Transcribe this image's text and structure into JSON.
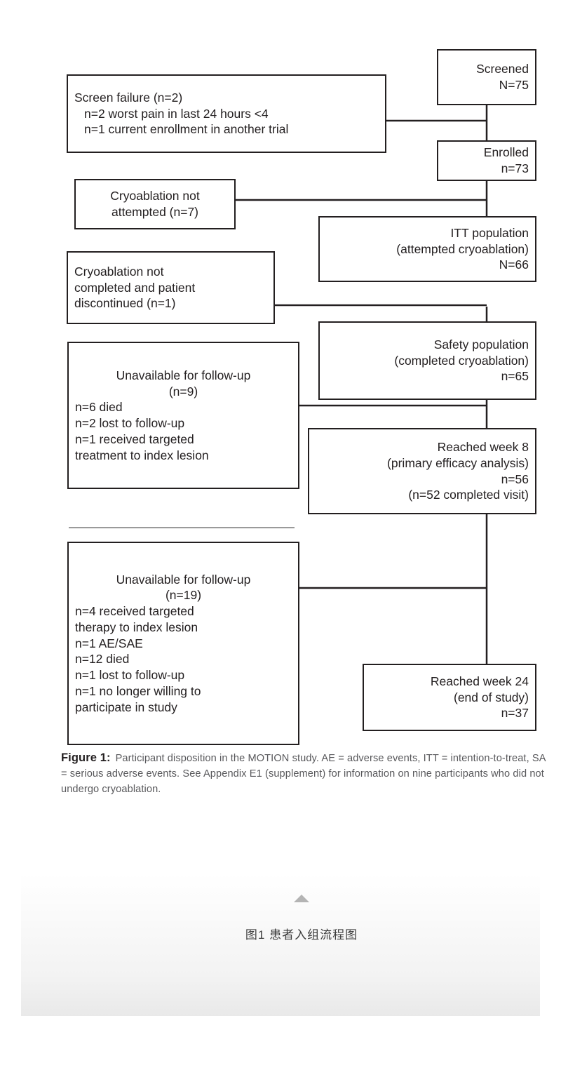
{
  "figure": {
    "caption_label": "Figure 1:",
    "caption_text": "Participant disposition in the MOTION study. AE = adverse events, ITT = intention-to-treat, SA = serious adverse events. See Appendix E1 (supplement) for information on nine participants who did not undergo cryoablation.",
    "zh_caption": "图1  患者入组流程图",
    "collapse_icon": "triangle-up-icon"
  },
  "flow": {
    "screened": {
      "line1": "Screened",
      "line2": "N=75"
    },
    "screen_failure": {
      "line1": "Screen failure (n=2)",
      "line2": "n=2 worst pain in last 24 hours <4",
      "line3": "n=1 current enrollment in another trial"
    },
    "enrolled": {
      "line1": "Enrolled",
      "line2": "n=73"
    },
    "cryo_not_attempted": {
      "line1": "Cryoablation not",
      "line2": "attempted (n=7)"
    },
    "itt_population": {
      "line1": "ITT population",
      "line2": "(attempted cryoablation)",
      "line3": "N=66"
    },
    "cryo_not_completed": {
      "line1": "Cryoablation not",
      "line2": "completed and patient",
      "line3": "discontinued (n=1)"
    },
    "safety_population": {
      "line1": "Safety population",
      "line2": "(completed cryoablation)",
      "line3": "n=65"
    },
    "unavailable_9": {
      "line1": "Unavailable for follow-up",
      "line2": "(n=9)",
      "line3": "n=6 died",
      "line4": "n=2 lost to follow-up",
      "line5": "n=1 received targeted",
      "line6": "treatment to index lesion"
    },
    "week8": {
      "line1": "Reached week 8",
      "line2": "(primary efficacy analysis)",
      "line3": "n=56",
      "line4": "(n=52 completed visit)"
    },
    "unavailable_19": {
      "line1": "Unavailable for follow-up",
      "line2": "(n=19)",
      "line3": "n=4 received targeted",
      "line4": "therapy to index lesion",
      "line5": "n=1 AE/SAE",
      "line6": "n=12 died",
      "line7": "n=1 lost to follow-up",
      "line8": "n=1 no longer willing to",
      "line9": "participate in study"
    },
    "week24": {
      "line1": "Reached week 24",
      "line2": "(end of study)",
      "line3": "n=37"
    }
  },
  "chart_data": {
    "type": "diagram",
    "title": "Participant disposition in the MOTION study",
    "nodes": [
      {
        "id": "screened",
        "label": "Screened",
        "n": 75,
        "n_prefix": "N"
      },
      {
        "id": "screen_failure",
        "label": "Screen failure",
        "n": 2,
        "n_prefix": "n",
        "details": [
          "n=2 worst pain in last 24 hours <4",
          "n=1 current enrollment in another trial"
        ]
      },
      {
        "id": "enrolled",
        "label": "Enrolled",
        "n": 73,
        "n_prefix": "n"
      },
      {
        "id": "cryo_not_attempted",
        "label": "Cryoablation not attempted",
        "n": 7,
        "n_prefix": "n"
      },
      {
        "id": "itt_population",
        "label": "ITT population (attempted cryoablation)",
        "n": 66,
        "n_prefix": "N"
      },
      {
        "id": "cryo_not_completed",
        "label": "Cryoablation not completed and patient discontinued",
        "n": 1,
        "n_prefix": "n"
      },
      {
        "id": "safety_population",
        "label": "Safety population (completed cryoablation)",
        "n": 65,
        "n_prefix": "n"
      },
      {
        "id": "unavailable_9",
        "label": "Unavailable for follow-up",
        "n": 9,
        "n_prefix": "n",
        "details": [
          "n=6 died",
          "n=2 lost to follow-up",
          "n=1 received targeted treatment to index lesion"
        ]
      },
      {
        "id": "week8",
        "label": "Reached week 8 (primary efficacy analysis)",
        "n": 56,
        "n_prefix": "n",
        "details": [
          "(n=52 completed visit)"
        ]
      },
      {
        "id": "unavailable_19",
        "label": "Unavailable for follow-up",
        "n": 19,
        "n_prefix": "n",
        "details": [
          "n=4 received targeted therapy to index lesion",
          "n=1 AE/SAE",
          "n=12 died",
          "n=1 lost to follow-up",
          "n=1 no longer willing to participate in study"
        ]
      },
      {
        "id": "week24",
        "label": "Reached week 24 (end of study)",
        "n": 37,
        "n_prefix": "n"
      }
    ],
    "edges": [
      {
        "from": "screened",
        "to": "enrolled",
        "type": "main"
      },
      {
        "from": "screened",
        "to": "screen_failure",
        "type": "exclusion"
      },
      {
        "from": "enrolled",
        "to": "itt_population",
        "type": "main"
      },
      {
        "from": "enrolled",
        "to": "cryo_not_attempted",
        "type": "exclusion"
      },
      {
        "from": "itt_population",
        "to": "safety_population",
        "type": "main"
      },
      {
        "from": "itt_population",
        "to": "cryo_not_completed",
        "type": "exclusion"
      },
      {
        "from": "safety_population",
        "to": "week8",
        "type": "main"
      },
      {
        "from": "safety_population",
        "to": "unavailable_9",
        "type": "exclusion"
      },
      {
        "from": "week8",
        "to": "week24",
        "type": "main"
      },
      {
        "from": "week8",
        "to": "unavailable_19",
        "type": "exclusion"
      }
    ]
  }
}
